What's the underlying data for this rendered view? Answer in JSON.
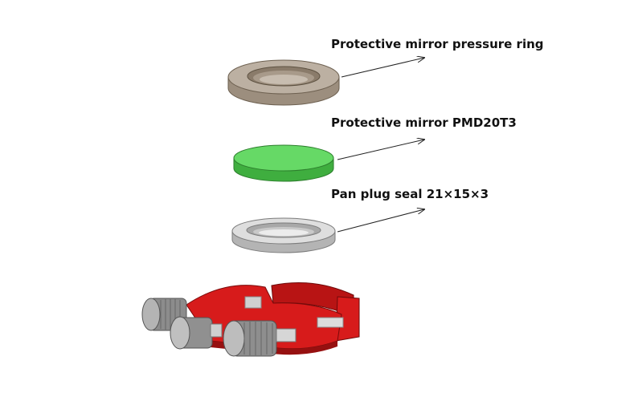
{
  "labels": {
    "pressure_ring": "Protective mirror pressure ring",
    "mirror": "Protective mirror PMD20T3",
    "seal": "Pan plug seal 21×15×3"
  },
  "colors": {
    "ring": "#b8ab9c",
    "ring_dark": "#8e8070",
    "mirror": "#5ccf5c",
    "mirror_dark": "#3fae3f",
    "seal": "#d6d6d6",
    "seal_dark": "#a9a9a9",
    "bracket": "#d71b1b",
    "bracket_dark": "#9e1010",
    "knob": "#9a9a9a"
  }
}
